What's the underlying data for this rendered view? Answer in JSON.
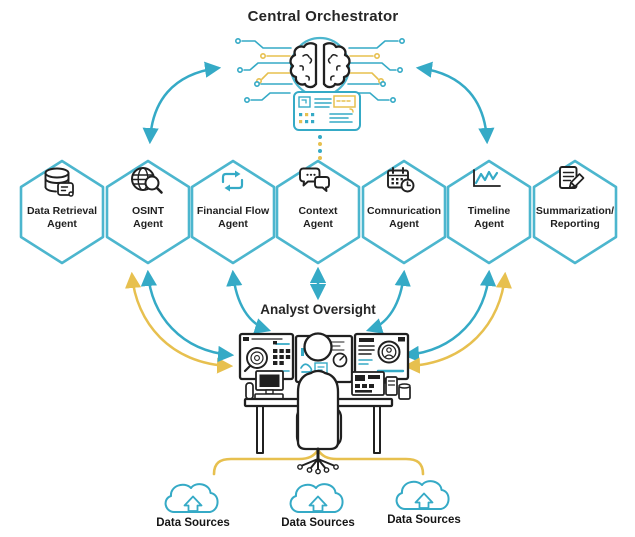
{
  "title": "Central Orchestrator",
  "orchestrator": {
    "icons": [
      "brain-icon",
      "dashboard-icon",
      "circuit-traces"
    ]
  },
  "agents": [
    {
      "line1": "Data Retrieval",
      "line2": "Agent",
      "icon": "database-file-icon"
    },
    {
      "line1": "OSINT",
      "line2": "Agent",
      "icon": "globe-magnifier-icon"
    },
    {
      "line1": "Financial Flow",
      "line2": "Agent",
      "icon": "cycle-arrows-icon"
    },
    {
      "line1": "Context",
      "line2": "Agent",
      "icon": "speech-bubbles-icon"
    },
    {
      "line1": "Comnurication",
      "line2": "Agent",
      "icon": "calendar-clock-icon"
    },
    {
      "line1": "Timeline",
      "line2": "Agent",
      "icon": "line-chart-icon"
    },
    {
      "line1": "Summarization/",
      "line2": "Reporting",
      "icon": "document-pencil-icon"
    }
  ],
  "analyst": {
    "label": "Analyst Oversight",
    "icon": "analyst-workstation-icon"
  },
  "data_sources": {
    "icon": "cloud-upload-icon",
    "labels": [
      "Data Sources",
      "Data Sources",
      "Data Sources"
    ]
  },
  "colors": {
    "teal": "#35aac6",
    "hex": "#4cb6ce",
    "yellow": "#e7c04f",
    "ink": "#202020",
    "text": "#262626"
  }
}
